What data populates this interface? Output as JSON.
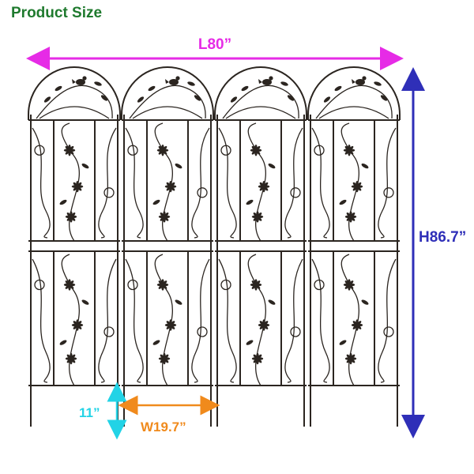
{
  "page": {
    "title": "Product Size"
  },
  "dimensions": {
    "length": {
      "label": "L80”",
      "color": "#e62be6"
    },
    "height": {
      "label": "H86.7”",
      "color": "#2f2fb8"
    },
    "leg": {
      "label": "11”",
      "color": "#22d3e6"
    },
    "width": {
      "label": "W19.7”",
      "color": "#f08a1c"
    }
  },
  "product": {
    "panels": 4,
    "frame_color": "#2b2520"
  }
}
